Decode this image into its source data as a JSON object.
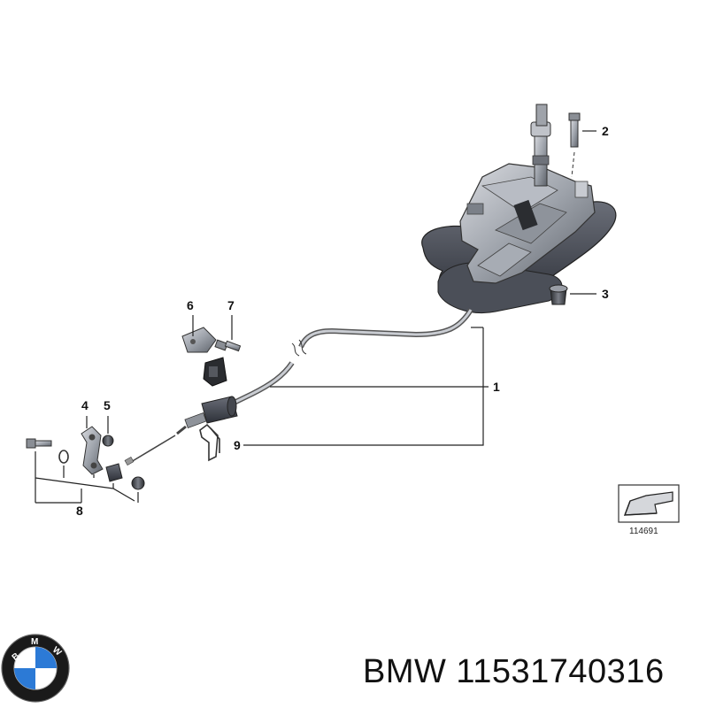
{
  "diagram": {
    "callouts": [
      {
        "id": "1",
        "label": "1"
      },
      {
        "id": "2",
        "label": "2"
      },
      {
        "id": "3",
        "label": "3"
      },
      {
        "id": "4",
        "label": "4"
      },
      {
        "id": "5",
        "label": "5"
      },
      {
        "id": "6",
        "label": "6"
      },
      {
        "id": "7",
        "label": "7"
      },
      {
        "id": "8",
        "label": "8"
      },
      {
        "id": "9",
        "label": "9"
      }
    ],
    "reference_number": "114691"
  },
  "brand": {
    "logo_letters": [
      "B",
      "M",
      "W"
    ],
    "logo_colors": {
      "ring": "#1a1a1a",
      "blue": "#2c7ad6",
      "white": "#ffffff"
    },
    "text": "BMW 11531740316"
  }
}
